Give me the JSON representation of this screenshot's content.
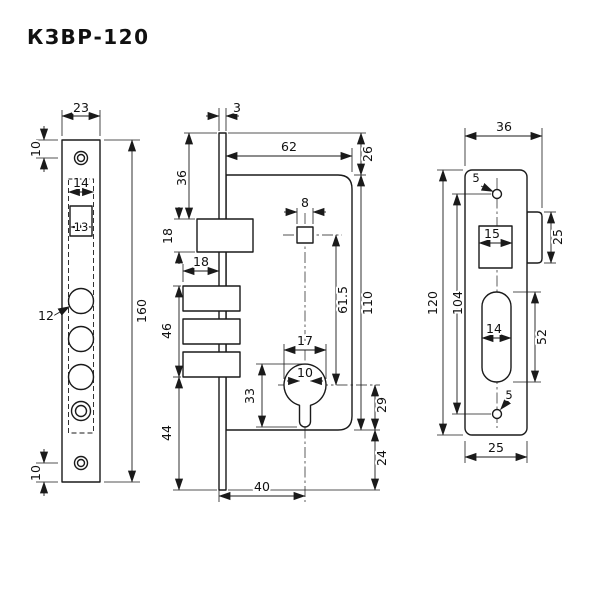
{
  "title": "КЗВР-120",
  "dims": {
    "faceplate": {
      "width": "23",
      "hole_offset_top": "10",
      "recess_width": "14",
      "square_hole_width": "13",
      "bolt_hole_diameter": "12",
      "height": "160",
      "hole_offset_bottom": "10"
    },
    "body": {
      "plate_thickness": "3",
      "case_width": "62",
      "case_top_offset": "26",
      "case_height": "110",
      "latch_top_offset": "36",
      "latch_height": "18",
      "spindle_square": "8",
      "pin_throw": "18",
      "pin_span": "46",
      "pin_bottom_offset": "44",
      "centers_distance": "61.5",
      "cylinder_diameter": "17",
      "cylinder_stem_width": "10",
      "cylinder_height": "33",
      "cylinder_bottom_offset": "29",
      "plate_bottom_offset": "24",
      "backset": "40"
    },
    "strike": {
      "width": "36",
      "screw_hole_top": "5",
      "latch_hole_width": "15",
      "tab_height": "25",
      "height": "120",
      "screw_span": "104",
      "bolt_slot_width": "14",
      "bolt_slot_height": "52",
      "screw_hole_bottom": "5",
      "bottom_width": "25"
    }
  }
}
